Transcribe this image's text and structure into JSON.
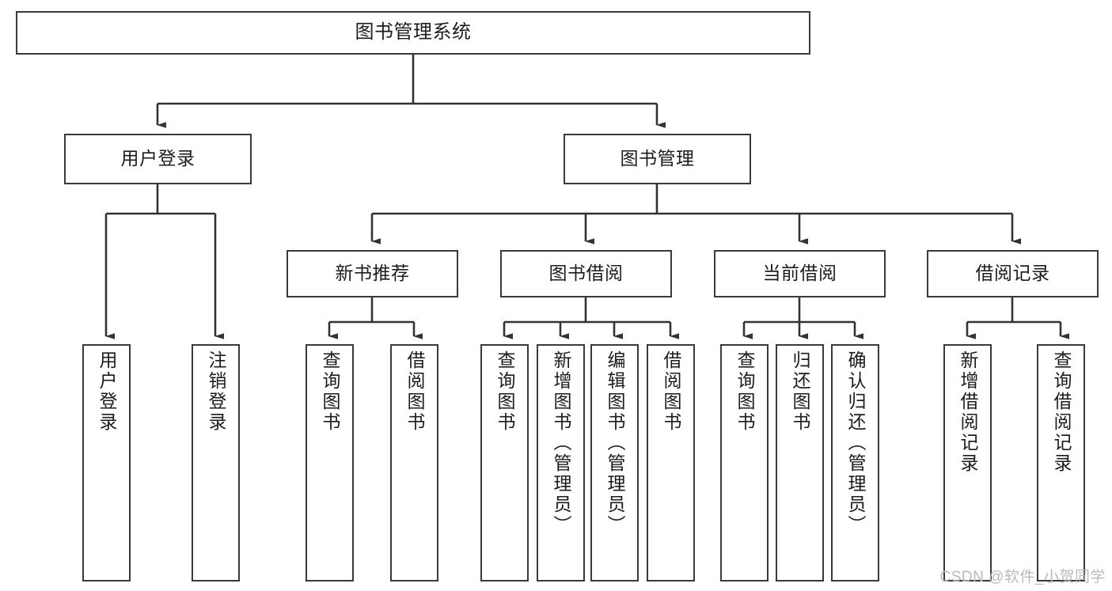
{
  "diagram": {
    "type": "tree",
    "title": "图书管理系统",
    "watermark": "CSDN @软件_小贺同学",
    "colors": {
      "border": "#3a3a3a",
      "text": "#1c1c1c",
      "connector": "#333333",
      "background": "#ffffff",
      "watermark": "#b9b9b9"
    },
    "root": {
      "id": "root",
      "label": "图书管理系统"
    },
    "level2": [
      {
        "id": "user-login",
        "label": "用户登录"
      },
      {
        "id": "book-manage",
        "label": "图书管理"
      }
    ],
    "level3": [
      {
        "id": "new-book-rec",
        "label": "新书推荐",
        "parent": "book-manage"
      },
      {
        "id": "book-borrow",
        "label": "图书借阅",
        "parent": "book-manage"
      },
      {
        "id": "current-borrow",
        "label": "当前借阅",
        "parent": "book-manage"
      },
      {
        "id": "borrow-record",
        "label": "借阅记录",
        "parent": "book-manage"
      }
    ],
    "leaves": [
      {
        "id": "leaf-user-login",
        "label": "用户登录",
        "parent": "user-login"
      },
      {
        "id": "leaf-logout",
        "label": "注销登录",
        "parent": "user-login"
      },
      {
        "id": "leaf-query-book-1",
        "label": "查询图书",
        "parent": "new-book-rec"
      },
      {
        "id": "leaf-borrow-book-1",
        "label": "借阅图书",
        "parent": "new-book-rec"
      },
      {
        "id": "leaf-query-book-2",
        "label": "查询图书",
        "parent": "book-borrow"
      },
      {
        "id": "leaf-add-book",
        "label": "新增图书（管理员）",
        "parent": "book-borrow"
      },
      {
        "id": "leaf-edit-book",
        "label": "编辑图书（管理员）",
        "parent": "book-borrow"
      },
      {
        "id": "leaf-borrow-book-2",
        "label": "借阅图书",
        "parent": "book-borrow"
      },
      {
        "id": "leaf-query-book-3",
        "label": "查询图书",
        "parent": "current-borrow"
      },
      {
        "id": "leaf-return-book",
        "label": "归还图书",
        "parent": "current-borrow"
      },
      {
        "id": "leaf-confirm-return",
        "label": "确认归还（管理员）",
        "parent": "current-borrow"
      },
      {
        "id": "leaf-add-record",
        "label": "新增借阅记录",
        "parent": "borrow-record"
      },
      {
        "id": "leaf-query-record",
        "label": "查询借阅记录",
        "parent": "borrow-record"
      }
    ]
  }
}
